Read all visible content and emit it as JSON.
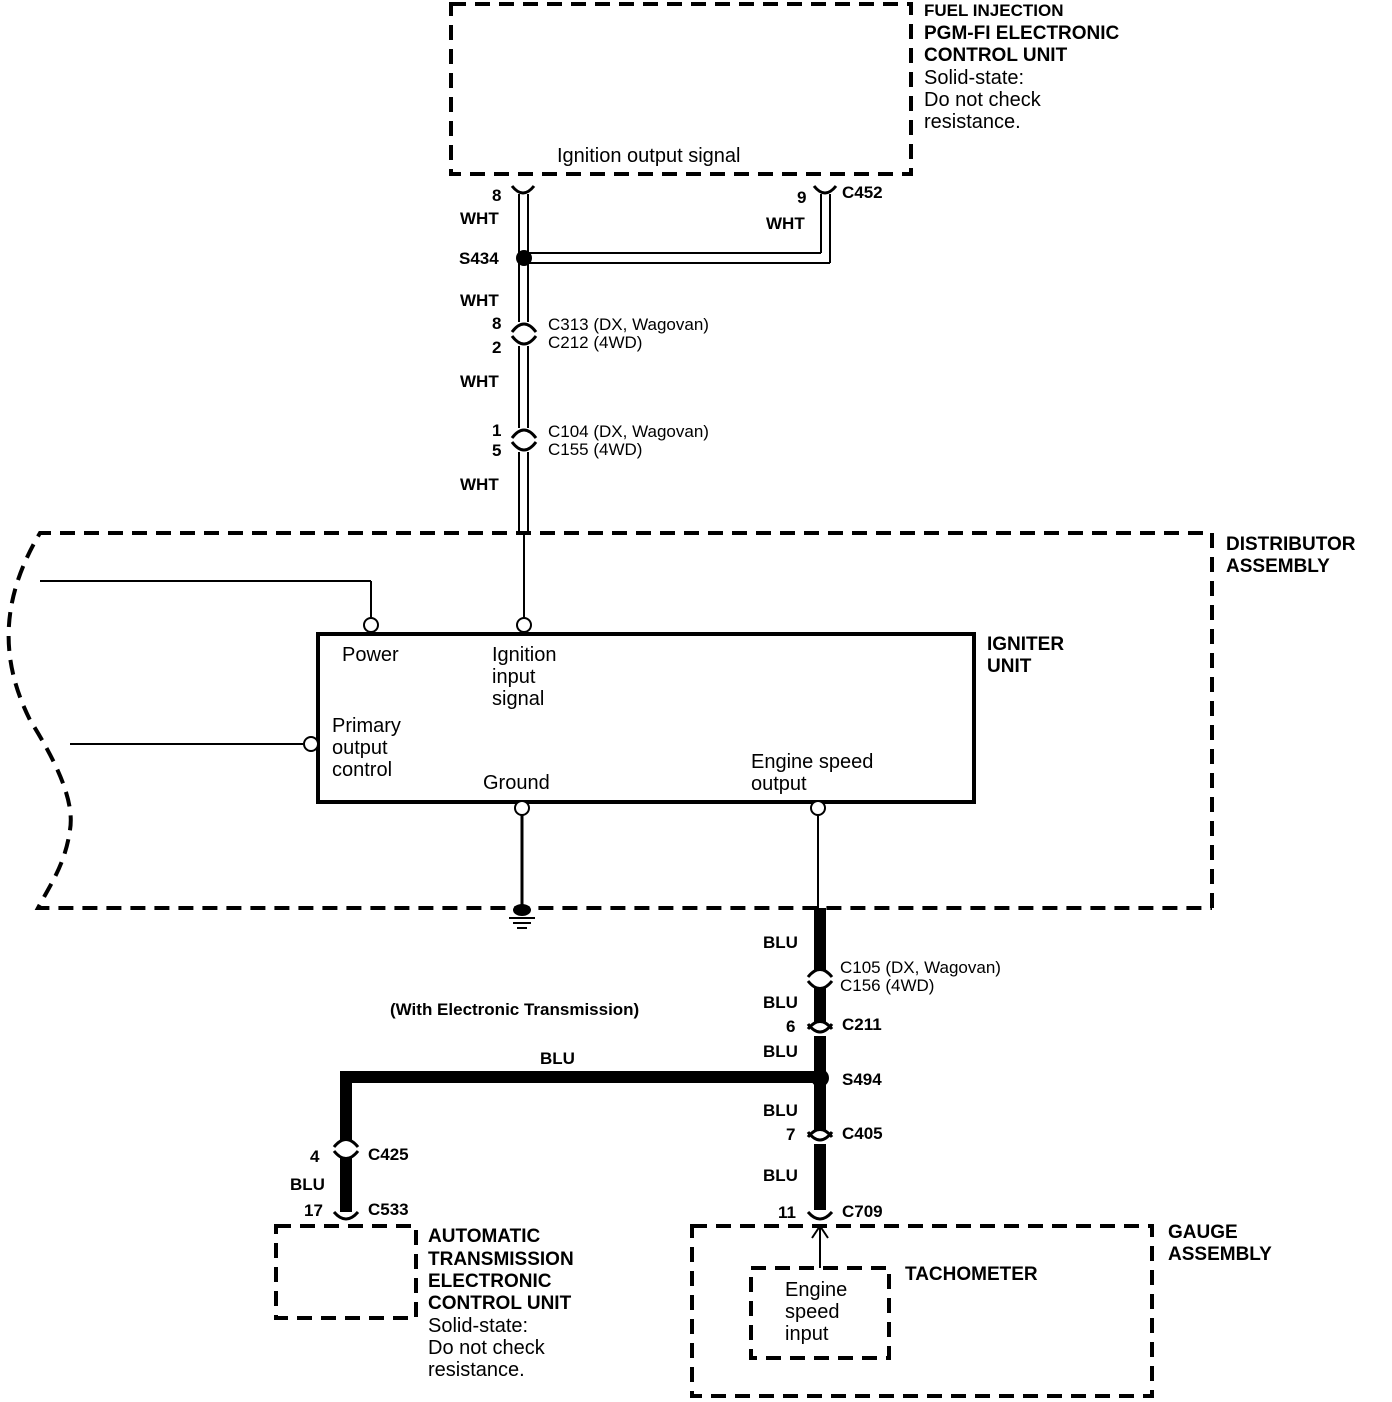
{
  "ecu_fuel": {
    "title_small": "FUEL INJECTION",
    "title_1": "PGM-FI ELECTRONIC",
    "title_2": "CONTROL UNIT",
    "note_1": "Solid-state:",
    "note_2": "Do not check",
    "note_3": "resistance.",
    "signal": "Ignition output signal"
  },
  "ecu_connectors": {
    "pin_left": "8",
    "pin_right": "9",
    "connector_right": "C452",
    "wire_left": "WHT",
    "wire_right": "WHT"
  },
  "splice_top": {
    "label": "S434"
  },
  "wht_run": {
    "wire_1": "WHT",
    "conn_a_pin1": "8",
    "conn_a_pin2": "2",
    "conn_a_line1": "C313  (DX,  Wagovan)",
    "conn_a_line2": "C212  (4WD)",
    "wire_2": "WHT",
    "conn_b_pin1": "1",
    "conn_b_pin2": "5",
    "conn_b_line1": "C104  (DX,  Wagovan)",
    "conn_b_line2": "C155  (4WD)",
    "wire_3": "WHT"
  },
  "distributor": {
    "line1": "DISTRIBUTOR",
    "line2": "ASSEMBLY"
  },
  "igniter": {
    "title1": "IGNITER",
    "title2": "UNIT",
    "power": "Power",
    "ign_in_1": "Ignition",
    "ign_in_2": "input",
    "ign_in_3": "signal",
    "primary_1": "Primary",
    "primary_2": "output",
    "primary_3": "control",
    "ground": "Ground",
    "engine_1": "Engine  speed",
    "engine_2": "output"
  },
  "blu_run": {
    "wire_1": "BLU",
    "conn_a_line1": "C105  (DX,  Wagovan)",
    "conn_a_line2": "C156  (4WD)",
    "wire_2": "BLU",
    "conn_b_pin": "6",
    "conn_b": "C211",
    "wire_3": "BLU",
    "splice": "S494",
    "wire_4": "BLU",
    "conn_c_pin": "7",
    "conn_c": "C405",
    "wire_5": "BLU",
    "conn_d_pin": "11",
    "conn_d": "C709"
  },
  "branch": {
    "note": "(With  Electronic  Transmission)",
    "wire_h": "BLU",
    "pin_a": "4",
    "conn_a": "C425",
    "wire_v": "BLU",
    "pin_b": "17",
    "conn_b": "C533"
  },
  "at_ecu": {
    "line1": "AUTOMATIC",
    "line2": "TRANSMISSION",
    "line3": "ELECTRONIC",
    "line4": "CONTROL UNIT",
    "note_1": "Solid-state:",
    "note_2": "Do not check",
    "note_3": "resistance."
  },
  "gauge": {
    "line1": "GAUGE",
    "line2": "ASSEMBLY",
    "tachometer": "TACHOMETER",
    "input_1": "Engine",
    "input_2": "speed",
    "input_3": "input"
  }
}
